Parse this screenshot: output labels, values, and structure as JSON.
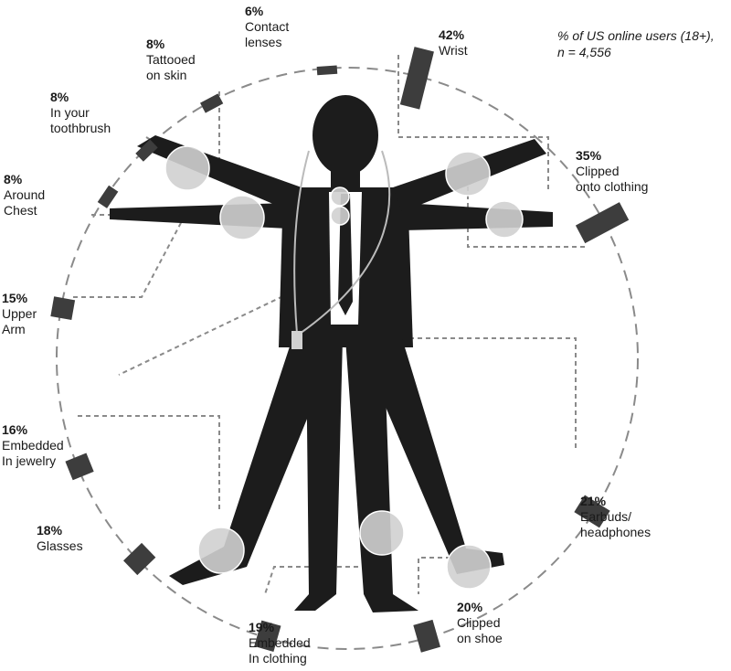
{
  "note": {
    "line1": "% of US online users (18+),",
    "line2": "n = 4,556"
  },
  "chart_data": {
    "type": "bar",
    "categories": [
      "Wrist",
      "Clipped onto clothing",
      "Earbuds/ headphones",
      "Clipped on shoe",
      "Embedded In clothing",
      "Glasses",
      "Embedded In jewelry",
      "Upper Arm",
      "Around Chest",
      "In your toothbrush",
      "Tattooed on skin",
      "Contact lenses"
    ],
    "values": [
      42,
      35,
      21,
      20,
      19,
      18,
      16,
      15,
      8,
      8,
      8,
      6
    ],
    "unit": "%",
    "labels": [
      {
        "id": "wrist",
        "pct": "42%",
        "lines": [
          "Wrist"
        ]
      },
      {
        "id": "clipped-onto-clothing",
        "pct": "35%",
        "lines": [
          "Clipped",
          "onto clothing"
        ]
      },
      {
        "id": "earbuds-headphones",
        "pct": "21%",
        "lines": [
          "Earbuds/",
          "headphones"
        ]
      },
      {
        "id": "clipped-on-shoe",
        "pct": "20%",
        "lines": [
          "Clipped",
          "on shoe"
        ]
      },
      {
        "id": "embedded-in-clothing",
        "pct": "19%",
        "lines": [
          "Embedded",
          "In clothing"
        ]
      },
      {
        "id": "glasses",
        "pct": "18%",
        "lines": [
          "Glasses"
        ]
      },
      {
        "id": "embedded-in-jewelry",
        "pct": "16%",
        "lines": [
          "Embedded",
          "In jewelry"
        ]
      },
      {
        "id": "upper-arm",
        "pct": "15%",
        "lines": [
          "Upper",
          "Arm"
        ]
      },
      {
        "id": "around-chest",
        "pct": "8%",
        "lines": [
          "Around",
          "Chest"
        ]
      },
      {
        "id": "in-your-toothbrush",
        "pct": "8%",
        "lines": [
          "In your",
          "toothbrush"
        ]
      },
      {
        "id": "tattooed-on-skin",
        "pct": "8%",
        "lines": [
          "Tattooed",
          "on skin"
        ]
      },
      {
        "id": "contact-lenses",
        "pct": "6%",
        "lines": [
          "Contact",
          "lenses"
        ]
      }
    ],
    "colors": {
      "bar": "#3d3d3d",
      "figure": "#1c1c1c",
      "ring": "#8a8a8a",
      "marker": "#d0d0d0"
    }
  }
}
